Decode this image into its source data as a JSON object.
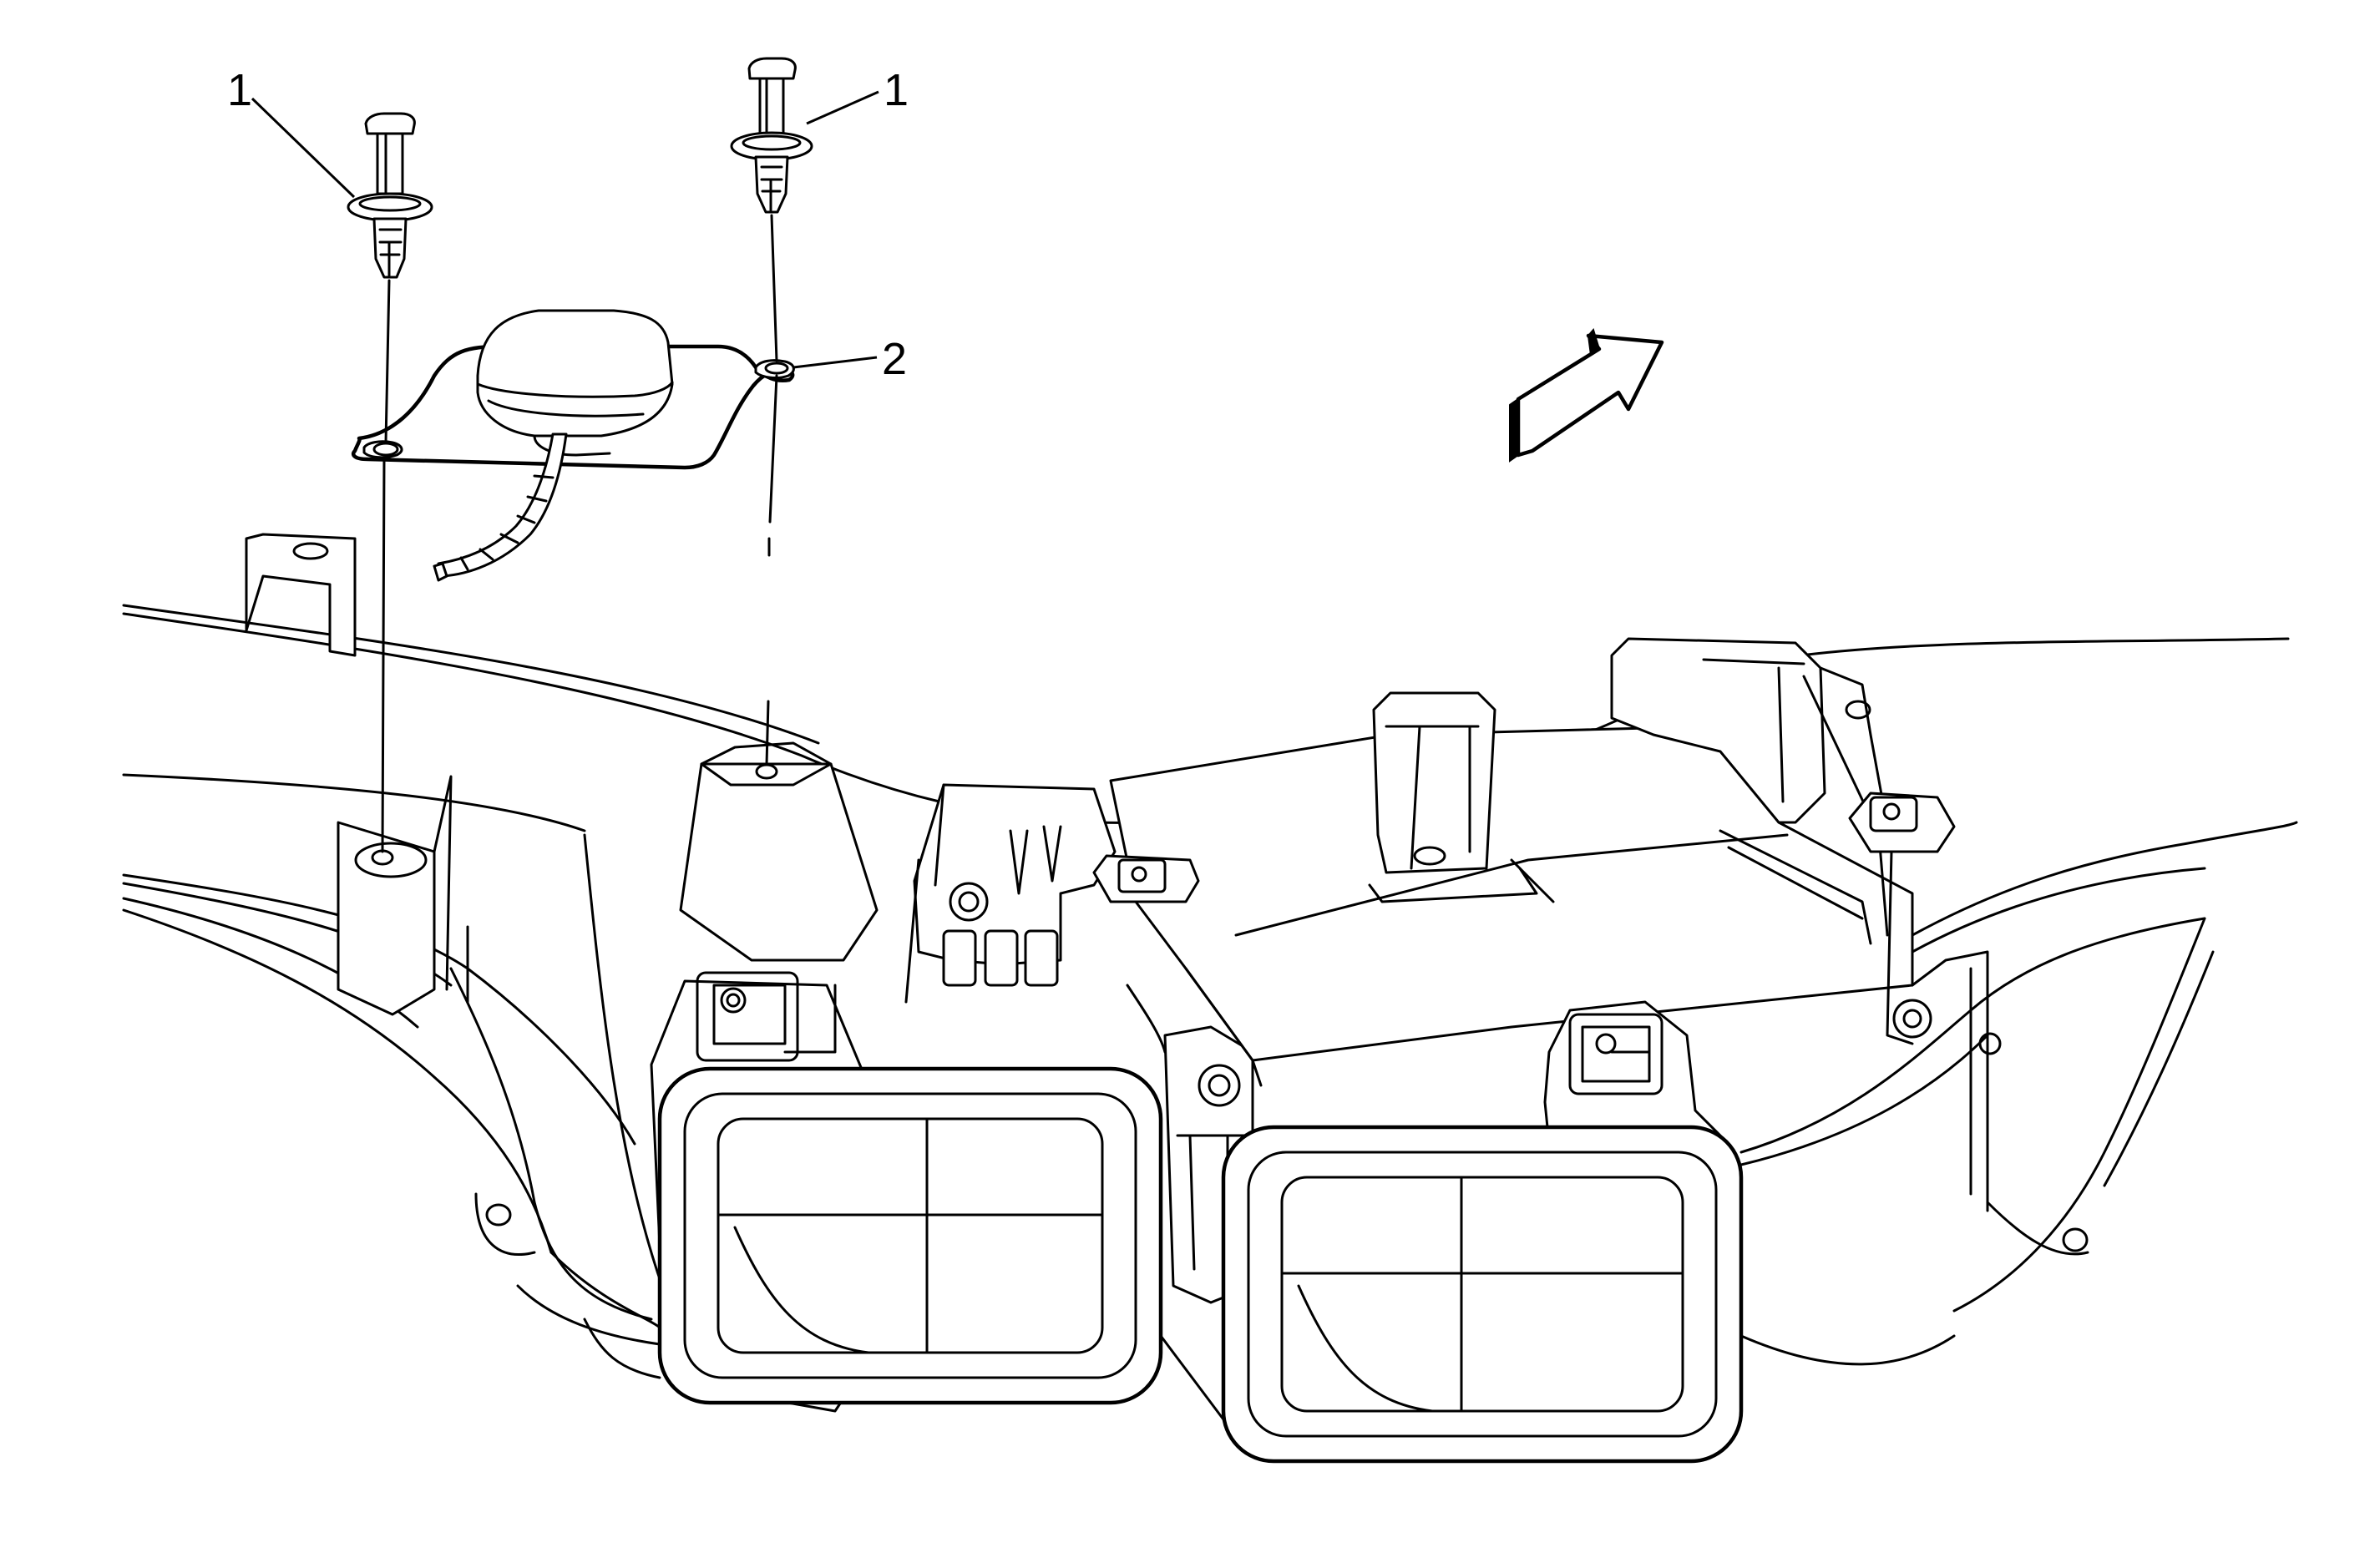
{
  "diagram": {
    "callouts": [
      {
        "id": "c1a",
        "label": "1"
      },
      {
        "id": "c1b",
        "label": "1"
      },
      {
        "id": "c2",
        "label": "2"
      }
    ],
    "parts": [
      {
        "ref": "1",
        "icon": "push-pin-retainer-icon"
      },
      {
        "ref": "2",
        "icon": "antenna-module-icon"
      }
    ],
    "direction_icon": "front-of-vehicle-arrow-icon",
    "colors": {
      "line": "#000000",
      "background": "#ffffff"
    }
  }
}
